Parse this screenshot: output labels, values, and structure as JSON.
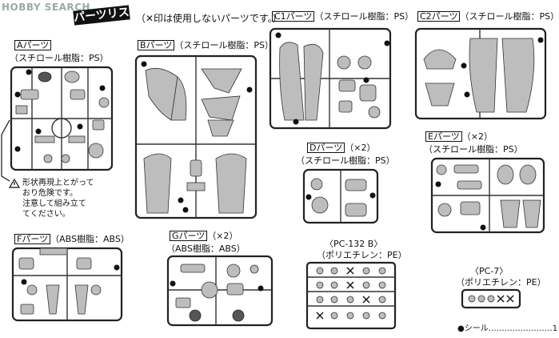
{
  "logo": "HOBBY SEARCH",
  "header": {
    "title": "パーツリスト",
    "note": "（✕印は使用しないパーツです。）"
  },
  "parts": {
    "A": {
      "name": "Aパーツ",
      "material": "（スチロール樹脂：PS）"
    },
    "B": {
      "name": "Bパーツ",
      "material": "（スチロール樹脂：PS）"
    },
    "C1": {
      "name": "C1パーツ",
      "material": "（スチロール樹脂：PS）"
    },
    "C2": {
      "name": "C2パーツ",
      "material": "（スチロール樹脂：PS）"
    },
    "D": {
      "name": "Dパーツ",
      "count": "（×2）",
      "material": "（スチロール樹脂：PS）"
    },
    "E": {
      "name": "Eパーツ",
      "count": "（×2）",
      "material": "（スチロール樹脂：PS）"
    },
    "F": {
      "name": "Fパーツ",
      "material": "（ABS樹脂：ABS）"
    },
    "G": {
      "name": "Gパーツ",
      "count": "（×2）",
      "material": "（ABS樹脂：ABS）"
    },
    "PC132B": {
      "name": "〈PC-132 B〉",
      "material": "（ポリエチレン：PE）"
    },
    "PC7": {
      "name": "〈PC-7〉",
      "material": "（ポリエチレン：PE）"
    }
  },
  "warning": {
    "line1": "形状再現上とがって",
    "line2": "おり危険です。",
    "line3": "注意して組み立て",
    "line4": "てください。"
  },
  "seal": {
    "label": "●シール……………………1"
  }
}
